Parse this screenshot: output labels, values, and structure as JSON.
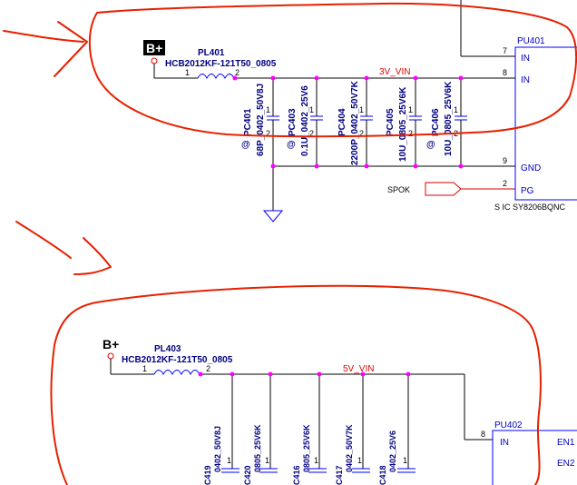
{
  "top": {
    "source_label": "B+",
    "inductor_ref": "PL401",
    "inductor_part": "HCB2012KF-121T50_0805",
    "inductor_pin1": "1",
    "inductor_pin2": "2",
    "net_label": "3V_VIN",
    "capacitors": [
      {
        "ref": "PC401",
        "value": "68P_0402_50V8J",
        "marker": "@",
        "pin1": "1",
        "pin2": "2"
      },
      {
        "ref": "PC403",
        "value": "0.1U_0402_25V6",
        "marker": "@",
        "pin1": "1",
        "pin2": "2"
      },
      {
        "ref": "PC404",
        "value": "2200P_0402_50V7K",
        "marker": "",
        "pin1": "1",
        "pin2": "2"
      },
      {
        "ref": "PC405",
        "value": "10U_0805_25V6K",
        "marker": "",
        "pin1": "1",
        "pin2": "2"
      },
      {
        "ref": "PC406",
        "value": "10U_0805_25V6K",
        "marker": "@",
        "pin1": "1",
        "pin2": "2"
      }
    ],
    "chip_ref": "PU401",
    "chip_part": "S IC SY8206BQNC",
    "chip_pins": [
      {
        "number": "7",
        "name": "IN"
      },
      {
        "number": "8",
        "name": "IN"
      },
      {
        "number": "9",
        "name": "GND"
      },
      {
        "number": "2",
        "name": "PG"
      }
    ],
    "signal_label": "SPOK"
  },
  "bottom": {
    "source_label": "B+",
    "inductor_ref": "PL403",
    "inductor_part": "HCB2012KF-121T50_0805",
    "inductor_pin1": "1",
    "inductor_pin2": "2",
    "net_label": "5V_VIN",
    "capacitors": [
      {
        "ref": "C419",
        "value": "0402_50V8J",
        "pin1": "1"
      },
      {
        "ref": "C420",
        "value": "0805_25V6K",
        "pin1": "1"
      },
      {
        "ref": "C416",
        "value": "0805_25V6K",
        "pin1": "1"
      },
      {
        "ref": "C417",
        "value": "0402_50V7K",
        "pin1": "1"
      },
      {
        "ref": "C418",
        "value": "0402_25V6",
        "pin1": "1"
      }
    ],
    "chip_ref": "PU402",
    "chip_pins": [
      {
        "number": "8",
        "name": "IN"
      }
    ],
    "chip_right_pins": [
      "EN1",
      "EN2"
    ]
  }
}
